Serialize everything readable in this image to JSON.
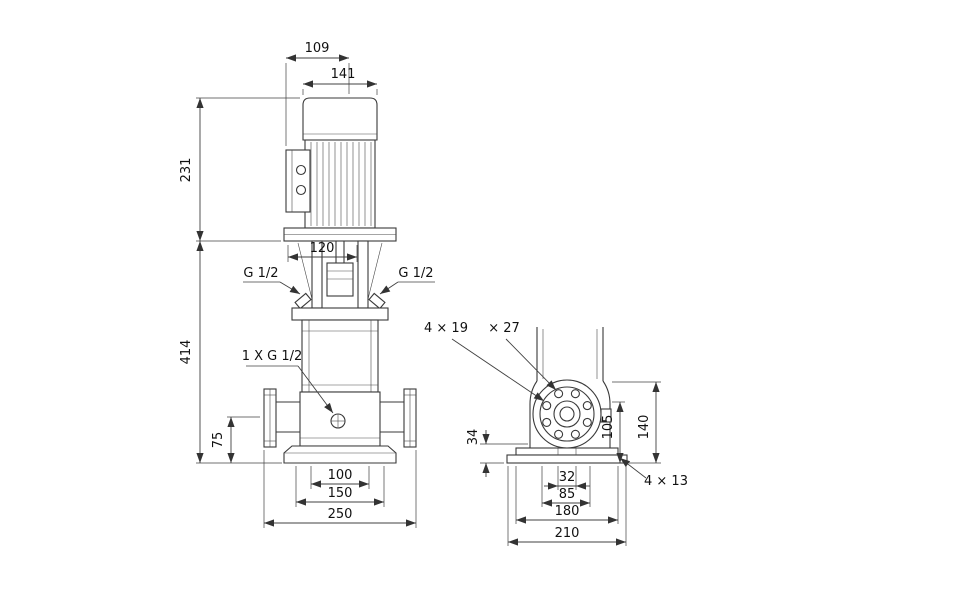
{
  "front": {
    "dim_109": "109",
    "dim_141": "141",
    "dim_231": "231",
    "dim_120": "120",
    "dim_414": "414",
    "dim_75": "75",
    "dim_100": "100",
    "dim_150": "150",
    "dim_250": "250",
    "label_g12_left": "G 1/2",
    "label_g12_right": "G 1/2",
    "label_drain": "1 X G 1/2"
  },
  "side": {
    "label_holes_a": "4 × 19",
    "label_holes_b": "× 27",
    "label_base_holes": "4 × 13",
    "dim_34": "34",
    "dim_105": "105",
    "dim_140": "140",
    "dim_32": "32",
    "dim_85": "85",
    "dim_180": "180",
    "dim_210": "210"
  }
}
